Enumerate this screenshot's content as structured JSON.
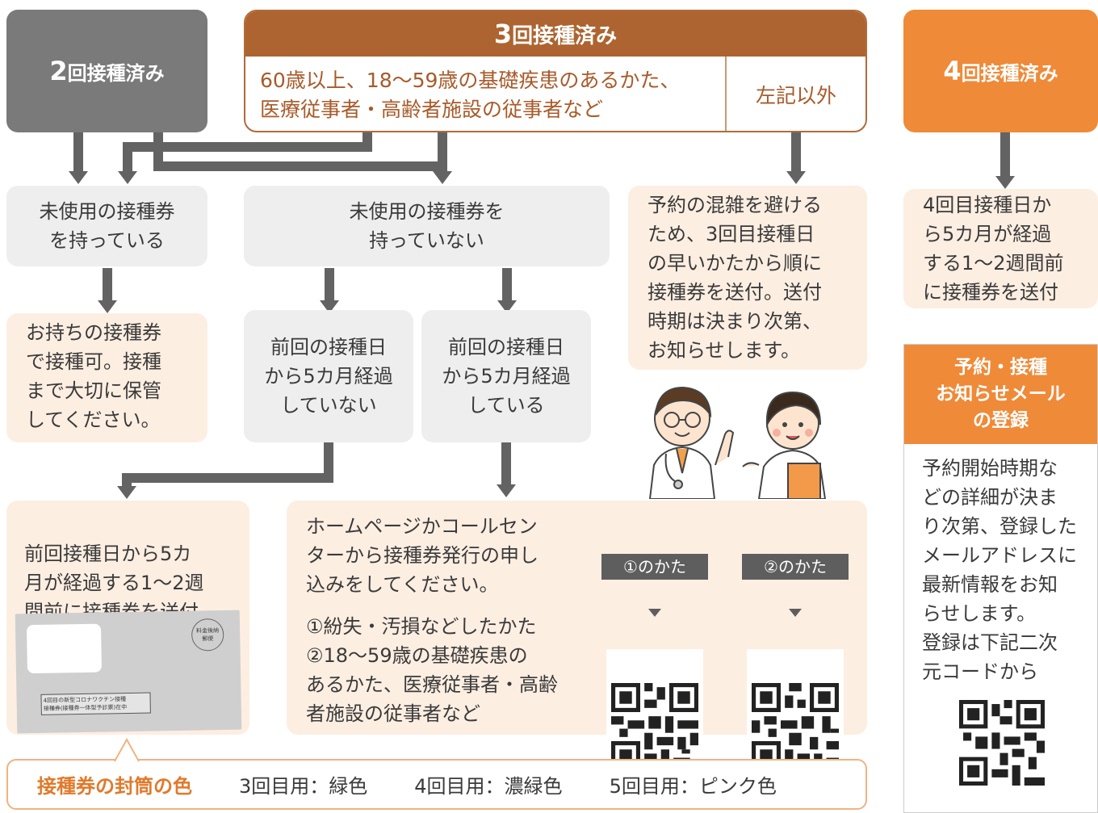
{
  "dose2": {
    "num": "2",
    "label": "回接種済み"
  },
  "dose3": {
    "num": "3",
    "label": "回接種済み",
    "group_a": "60歳以上、18〜59歳の基礎疾患のあるかた、\n医療従事者・高齢者施設の従事者など",
    "group_b": "左記以外"
  },
  "dose4": {
    "num": "4",
    "label": "回接種済み"
  },
  "has_ticket": "未使用の接種券\nを持っている",
  "no_ticket": "未使用の接種券を\n持っていない",
  "use_ticket": "お持ちの接種券\nで接種可。接種\nまで大切に保管\nしてください。",
  "not_passed": "前回の接種日\nから5カ月経過\nしていない",
  "passed": "前回の接種日\nから5カ月経過\nしている",
  "others_info": "予約の混雑を避ける\nため、3回目接種日\nの早いかたから順に\n接種券を送付。送付\n時期は決まり次第、\nお知らせします。",
  "dose4_info": "4回目接種日か\nら5カ月が経過\nする1〜2週間前\nに接種券を送付",
  "send_before": "前回接種日から5カ\n月が経過する1〜2週\n間前に接種券を送付",
  "apply_info": {
    "main": "ホームページかコールセン\nターから接種券発行の申し\n込みをしてください。",
    "cases": "①紛失・汚損などしたかた\n②18〜59歳の基礎疾患の\nあるかた、医療従事者・高齢\n者施設の従事者など"
  },
  "qr1_label": "①のかた",
  "qr2_label": "②のかた",
  "register": {
    "title": "予約・接種\nお知らせメール\nの登録",
    "body": "予約開始時期な\nどの詳細が決ま\nり次第、登録した\nメールアドレスに\n最新情報をお知\nらせします。\n登録は下記二次\n元コードから"
  },
  "envelope_image": {
    "stamp": "料金後納\n郵便",
    "notice": "4回目の新型コロナワクチン接種\n接種券(接種券一体型予診票)在中"
  },
  "legend": {
    "title": "接種券の封筒の色",
    "items": [
      "3回目用：緑色",
      "4回目用：濃緑色",
      "5回目用：ピンク色"
    ]
  },
  "colors": {
    "brown": "#ad6430",
    "orange": "#ef8a39",
    "gray": "#7a7a7a",
    "peach": "#fdeee2",
    "light_gray": "#eeeeee"
  }
}
